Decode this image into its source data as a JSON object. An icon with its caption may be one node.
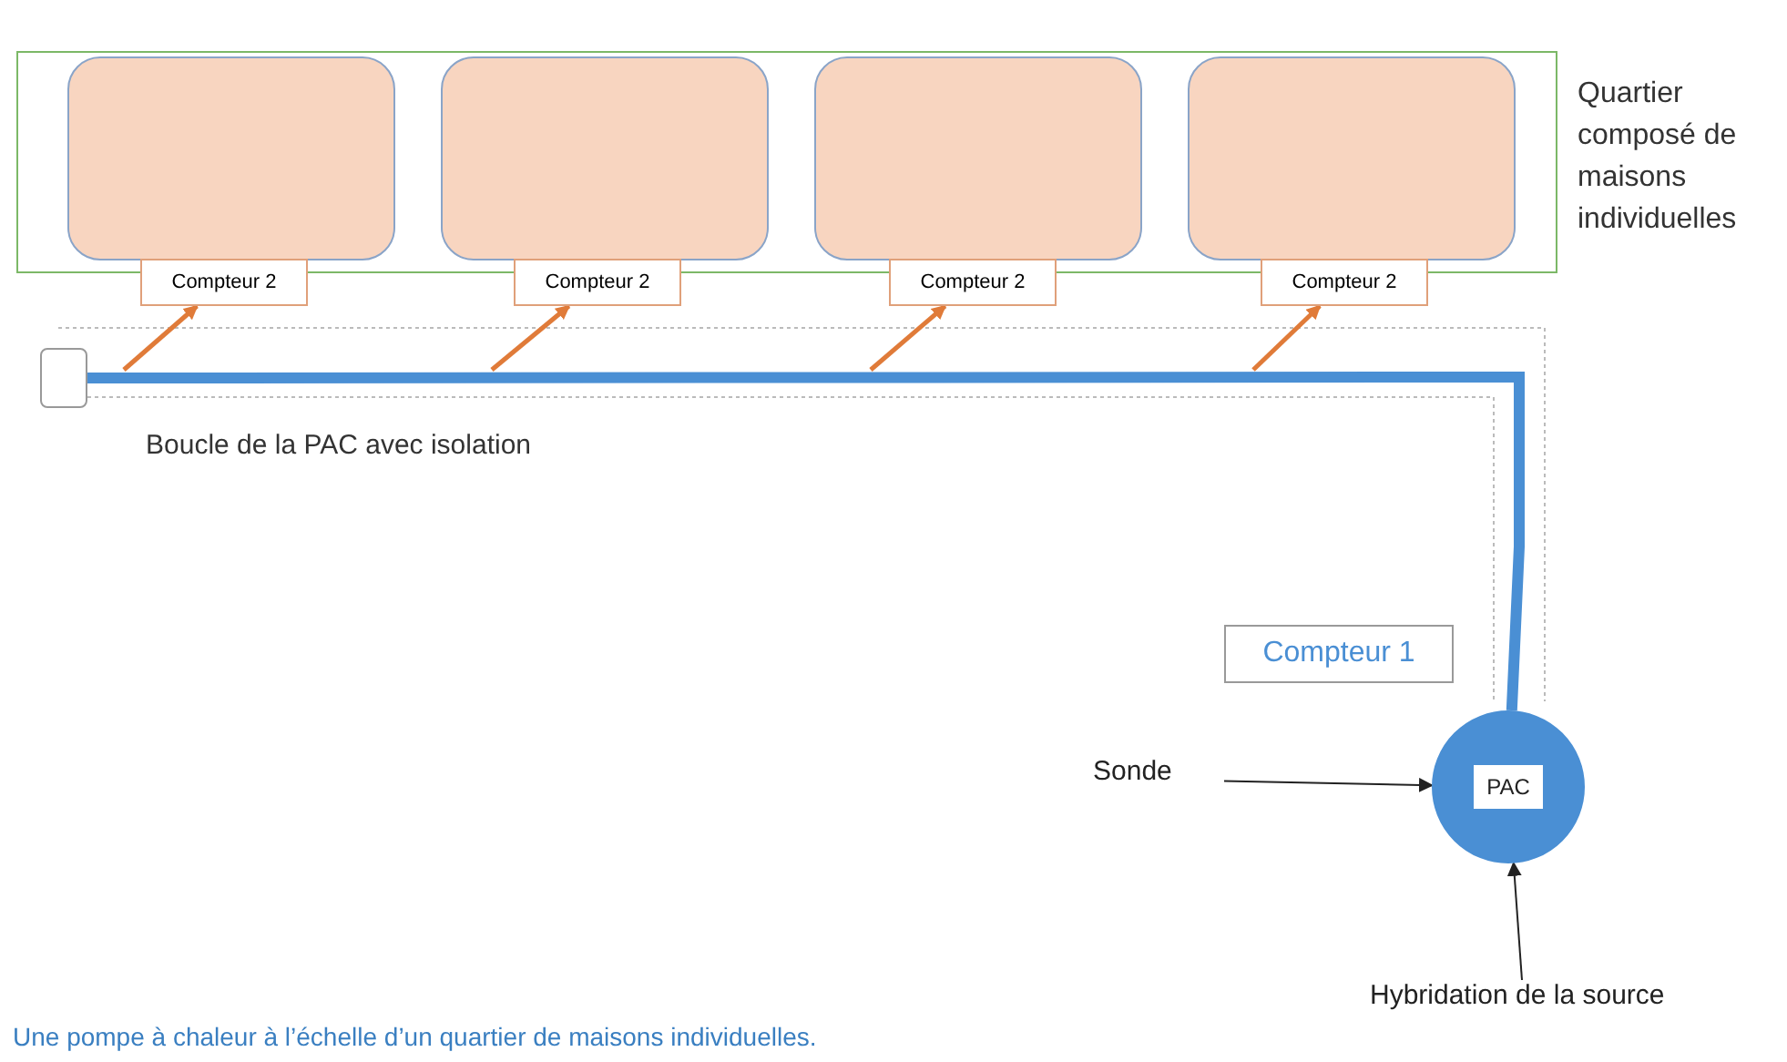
{
  "diagram": {
    "caption": "Une pompe à chaleur à l’échelle d’un quartier de maisons individuelles.",
    "nodes": [
      {
        "text": [],
        "shape": "box",
        "beside": [
          "Quartier composé de maisons individuelles"
        ]
      },
      {
        "text": [],
        "shape": "box",
        "in": 0
      },
      {
        "text": [],
        "shape": "box",
        "in": 0
      },
      {
        "text": [],
        "shape": "box",
        "in": 0
      },
      {
        "text": [],
        "shape": "box",
        "in": 0
      },
      {
        "text": [
          "Compteur 2"
        ]
      },
      {
        "text": [
          "Compteur 2"
        ]
      },
      {
        "text": [
          "Compteur 2"
        ]
      },
      {
        "text": [
          "Compteur 2"
        ]
      },
      {
        "text": [],
        "shape": "box"
      },
      {
        "text": [
          "Compteur 1"
        ]
      },
      {
        "text": [
          "Sonde"
        ]
      },
      {
        "text": [
          "PAC"
        ]
      },
      {
        "text": [
          "Hybridation de la source"
        ]
      }
    ],
    "edges": [
      {
        "from": 9,
        "to": 12,
        "arrow": "none",
        "style": "thick",
        "color": "#4a8fd4"
      },
      {
        "from": null,
        "to": 5,
        "arrow": "to"
      },
      {
        "from": null,
        "to": 6,
        "arrow": "to"
      },
      {
        "from": null,
        "to": 7,
        "arrow": "to"
      },
      {
        "from": null,
        "to": 8,
        "arrow": "to"
      },
      {
        "from": 11,
        "to": 12,
        "arrow": "to",
        "color": "#222222"
      },
      {
        "from": 13,
        "to": 12,
        "arrow": "to",
        "color": "#222222"
      }
    ],
    "labels": [
      "Boucle de la PAC avec isolation"
    ]
  }
}
